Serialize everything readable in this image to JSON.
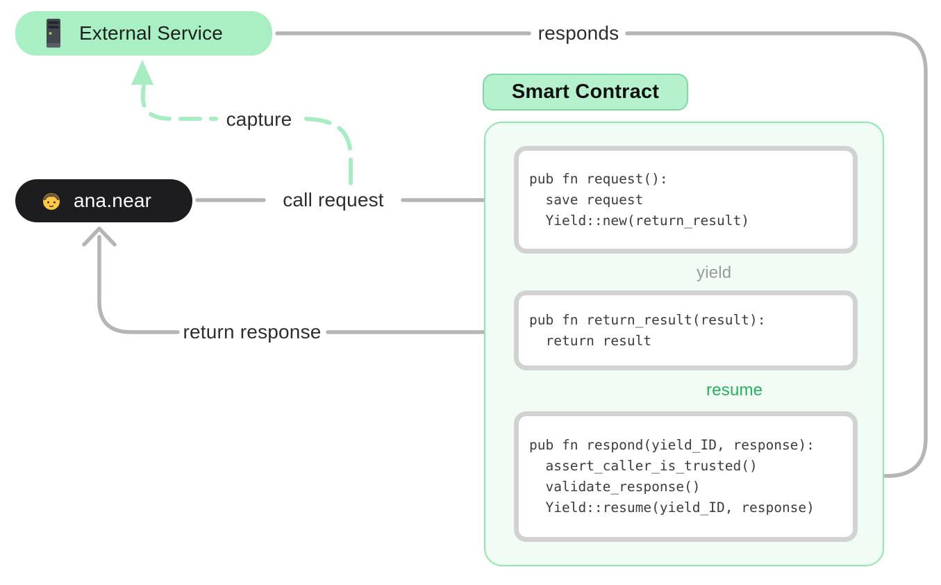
{
  "nodes": {
    "external_service": {
      "label": "External Service",
      "icon": "server-tower"
    },
    "user": {
      "label": "ana.near",
      "emoji": "🧑",
      "icon": "person-emoji"
    },
    "smart_contract": {
      "title": "Smart Contract"
    }
  },
  "labels": {
    "responds": "responds",
    "capture": "capture",
    "call_request": "call request",
    "return_response": "return response",
    "yield": "yield",
    "resume": "resume"
  },
  "code_boxes": [
    {
      "name": "request",
      "lines": [
        "pub fn request():",
        "  save request",
        "  Yield::new(return_result)"
      ]
    },
    {
      "name": "return_result",
      "lines": [
        "pub fn return_result(result):",
        "  return result"
      ]
    },
    {
      "name": "respond",
      "lines": [
        "pub fn respond(yield_ID, response):",
        "  assert_caller_is_trusted()",
        "  validate_response()",
        "  Yield::resume(yield_ID, response)"
      ]
    }
  ],
  "colors": {
    "mint_pill": "#a8efc4",
    "mint_pill_title": "#b4f1cc",
    "mint_pill_title_border": "#7edaa4",
    "panel_bg": "#f1fcf5",
    "panel_border": "#8be9ae",
    "green_arrow": "#a8ecc2",
    "green_text": "#25b25d",
    "gray_arrow": "#b5b5b5",
    "yield_dash": "#cbcbcb",
    "yield_text": "#9b9b9b",
    "code_border": "#d2d2d2",
    "code_text": "#3c3c3c",
    "user_pill_bg": "#1d1d1f",
    "label_text": "#2e2e2e"
  }
}
